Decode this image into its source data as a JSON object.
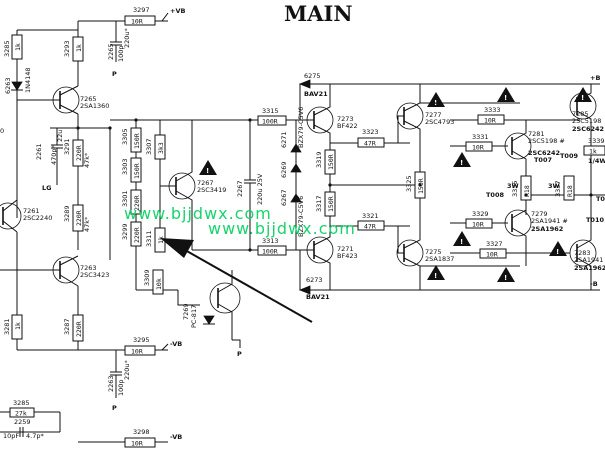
{
  "title": "MAIN",
  "watermark": {
    "text_1": "www.bjjdwx.com",
    "text_2": "www.bjjdwx.com",
    "color": "#19d36e"
  },
  "rails": {
    "plus_vb": "+VB",
    "minus_vb": "-VB",
    "plus_b": "+B",
    "minus_b": "-B",
    "p": "P",
    "lg": "LG",
    "zero": "0"
  },
  "resistors": {
    "r3297": {
      "ref": "3297",
      "value": "10R"
    },
    "r3285": {
      "ref": "3285",
      "value": "1k"
    },
    "r3293": {
      "ref": "3293",
      "value": "1k"
    },
    "r3291": {
      "ref": "3291",
      "value": "220R"
    },
    "r3289": {
      "ref": "3289",
      "value": "220R"
    },
    "r3281": {
      "ref": "3281",
      "value": "1k"
    },
    "r3287": {
      "ref": "3287",
      "value": "220R"
    },
    "r3295": {
      "ref": "3295",
      "value": "10R"
    },
    "r3285b": {
      "ref": "3285",
      "value": "27k"
    },
    "r3298": {
      "ref": "3298",
      "value": "10R"
    },
    "r3305": {
      "ref": "3305",
      "value": "150R"
    },
    "r3303": {
      "ref": "3303",
      "value": "150R"
    },
    "r3301": {
      "ref": "3301",
      "value": "220R"
    },
    "r3299": {
      "ref": "3299",
      "value": "220R"
    },
    "r3307": {
      "ref": "3307",
      "value": "3k3"
    },
    "r3311": {
      "ref": "3311",
      "value": "1k"
    },
    "r3309": {
      "ref": "3309",
      "value": "10k"
    },
    "r3315": {
      "ref": "3315",
      "value": "100R"
    },
    "r3313": {
      "ref": "3313",
      "value": "100R"
    },
    "r3319": {
      "ref": "3319",
      "value": "150R"
    },
    "r3317": {
      "ref": "3317",
      "value": "150R"
    },
    "r3323": {
      "ref": "3323",
      "value": "47R"
    },
    "r3321": {
      "ref": "3321",
      "value": "47R"
    },
    "r3325": {
      "ref": "3325",
      "value": "150R"
    },
    "r3333": {
      "ref": "3333",
      "value": "10R"
    },
    "r3331": {
      "ref": "3331",
      "value": "10R"
    },
    "r3329": {
      "ref": "3329",
      "value": "10R"
    },
    "r3327": {
      "ref": "3327",
      "value": "10R"
    },
    "r3335": {
      "ref": "3335",
      "value": "R18"
    },
    "r3337": {
      "ref": "3337",
      "value": "R18"
    },
    "r3339": {
      "ref": "3339",
      "value": "1k"
    },
    "r_47k_a": {
      "ref": "",
      "value": "47k*"
    },
    "r_47k_b": {
      "ref": "",
      "value": "47k*"
    }
  },
  "resistor_notes": {
    "p_1_4w": "1/4W",
    "r3335_power": "3W",
    "r3337_power": "3W"
  },
  "capacitors": {
    "c2265": {
      "ref": "2265",
      "value": "100p",
      "value2": "220u*"
    },
    "c2261": {
      "ref": "2261",
      "value": "470p*",
      "value2": "22u"
    },
    "c2263": {
      "ref": "2263",
      "value": "100p",
      "value2": "220u*"
    },
    "c2267": {
      "ref": "2267",
      "value": "220u 25V"
    },
    "c2259": {
      "ref": "2259",
      "value": "10pF",
      "value2": "4.7p*"
    }
  },
  "diodes": {
    "d6263": {
      "ref": "6263",
      "type": "1N4148"
    },
    "d6275": {
      "ref": "6275",
      "type": "BAV21"
    },
    "d6273": {
      "ref": "6273",
      "type": "BAV21"
    },
    "d6271": {
      "ref": "6271",
      "type": "BZX79-C5V6"
    },
    "d6269": {
      "ref": "6269",
      "type": ""
    },
    "d6267": {
      "ref": "6267",
      "type": "BZX79-C5V6"
    }
  },
  "transistors": {
    "t7265": {
      "ref": "7265",
      "type": "2SA1360"
    },
    "t7261": {
      "ref": "7261",
      "type": "2SC2240"
    },
    "t7263": {
      "ref": "7263",
      "type": "2SC3423"
    },
    "t7267": {
      "ref": "7267",
      "type": "2SC3419"
    },
    "t7269": {
      "ref": "7269",
      "type": "PC-817"
    },
    "t7273": {
      "ref": "7273",
      "type": "BF422"
    },
    "t7271": {
      "ref": "7271",
      "type": "BF423"
    },
    "t7277": {
      "ref": "7277",
      "type": "2SC4793"
    },
    "t7275": {
      "ref": "7275",
      "type": "2SA1837"
    },
    "t7281": {
      "ref": "7281",
      "type": "2SC5198 #",
      "type2": "2SC6242"
    },
    "t7279": {
      "ref": "7279",
      "type": "2SA1941 #",
      "type2": "2SA1962"
    },
    "t7285": {
      "ref": "7285",
      "type": "2SC5198",
      "type2": "2SC6242"
    },
    "t7283": {
      "ref": "7283",
      "type": "2SA1941 #",
      "type2": "2SA1962"
    }
  },
  "test_points": {
    "t007": "T007",
    "t008": "T008",
    "t009": "T009",
    "t010": "T010",
    "t0": "T0"
  },
  "warning_mark": "!"
}
